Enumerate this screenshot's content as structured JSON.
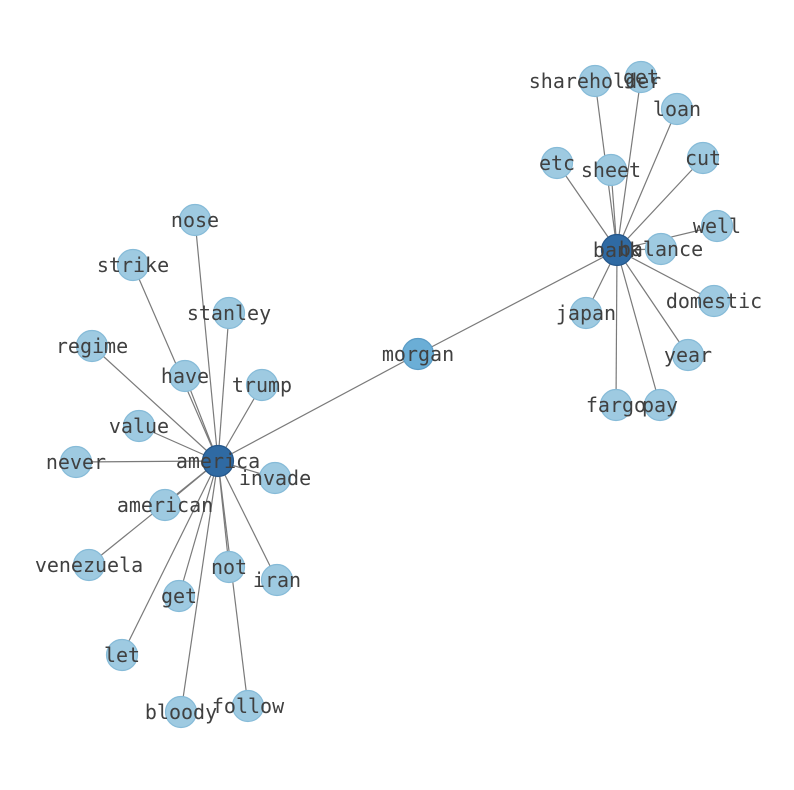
{
  "colors": {
    "leaf_fill": "#9ecae1",
    "leaf_stroke": "#86bbd8",
    "mid_fill": "#6baed6",
    "mid_stroke": "#5a9cc6",
    "hub_fill": "#2f6aa3",
    "hub_stroke": "#24568a",
    "edge": "#7a7a7a",
    "label": "#404040"
  },
  "nodes": [
    {
      "id": "america",
      "label": "america",
      "kind": "hub"
    },
    {
      "id": "bank",
      "label": "bank",
      "kind": "hub"
    },
    {
      "id": "morgan",
      "label": "morgan",
      "kind": "mid"
    },
    {
      "id": "nose",
      "label": "nose",
      "kind": "leaf"
    },
    {
      "id": "strike",
      "label": "strike",
      "kind": "leaf"
    },
    {
      "id": "stanley",
      "label": "stanley",
      "kind": "leaf"
    },
    {
      "id": "regime",
      "label": "regime",
      "kind": "leaf"
    },
    {
      "id": "have",
      "label": "have",
      "kind": "leaf"
    },
    {
      "id": "trump",
      "label": "trump",
      "kind": "leaf"
    },
    {
      "id": "value",
      "label": "value",
      "kind": "leaf"
    },
    {
      "id": "never",
      "label": "never",
      "kind": "leaf"
    },
    {
      "id": "invade",
      "label": "invade",
      "kind": "leaf"
    },
    {
      "id": "american",
      "label": "american",
      "kind": "leaf"
    },
    {
      "id": "venezuela",
      "label": "venezuela",
      "kind": "leaf"
    },
    {
      "id": "not",
      "label": "not",
      "kind": "leaf"
    },
    {
      "id": "iran",
      "label": "iran",
      "kind": "leaf"
    },
    {
      "id": "get",
      "label": "get",
      "kind": "leaf"
    },
    {
      "id": "let",
      "label": "let",
      "kind": "leaf"
    },
    {
      "id": "bloody",
      "label": "bloody",
      "kind": "leaf"
    },
    {
      "id": "follow",
      "label": "follow",
      "kind": "leaf"
    },
    {
      "id": "shareholder",
      "label": "shareholder",
      "kind": "leaf"
    },
    {
      "id": "get2",
      "label": "get",
      "kind": "leaf"
    },
    {
      "id": "loan",
      "label": "loan",
      "kind": "leaf"
    },
    {
      "id": "etc",
      "label": "etc",
      "kind": "leaf"
    },
    {
      "id": "sheet",
      "label": "sheet",
      "kind": "leaf"
    },
    {
      "id": "cut",
      "label": "cut",
      "kind": "leaf"
    },
    {
      "id": "well",
      "label": "well",
      "kind": "leaf"
    },
    {
      "id": "balance",
      "label": "balance",
      "kind": "leaf"
    },
    {
      "id": "domestic",
      "label": "domestic",
      "kind": "leaf"
    },
    {
      "id": "japan",
      "label": "japan",
      "kind": "leaf"
    },
    {
      "id": "year",
      "label": "year",
      "kind": "leaf"
    },
    {
      "id": "fargo",
      "label": "fargo",
      "kind": "leaf"
    },
    {
      "id": "pay",
      "label": "pay",
      "kind": "leaf"
    }
  ],
  "edges": [
    [
      "america",
      "morgan"
    ],
    [
      "bank",
      "morgan"
    ],
    [
      "america",
      "nose"
    ],
    [
      "america",
      "strike"
    ],
    [
      "america",
      "stanley"
    ],
    [
      "america",
      "regime"
    ],
    [
      "america",
      "have"
    ],
    [
      "america",
      "trump"
    ],
    [
      "america",
      "value"
    ],
    [
      "america",
      "never"
    ],
    [
      "america",
      "invade"
    ],
    [
      "america",
      "american"
    ],
    [
      "america",
      "venezuela"
    ],
    [
      "america",
      "not"
    ],
    [
      "america",
      "iran"
    ],
    [
      "america",
      "get"
    ],
    [
      "america",
      "let"
    ],
    [
      "america",
      "bloody"
    ],
    [
      "america",
      "follow"
    ],
    [
      "bank",
      "shareholder"
    ],
    [
      "bank",
      "get2"
    ],
    [
      "bank",
      "loan"
    ],
    [
      "bank",
      "etc"
    ],
    [
      "bank",
      "sheet"
    ],
    [
      "bank",
      "cut"
    ],
    [
      "bank",
      "well"
    ],
    [
      "bank",
      "balance"
    ],
    [
      "bank",
      "domestic"
    ],
    [
      "bank",
      "japan"
    ],
    [
      "bank",
      "year"
    ],
    [
      "bank",
      "fargo"
    ],
    [
      "bank",
      "pay"
    ]
  ]
}
